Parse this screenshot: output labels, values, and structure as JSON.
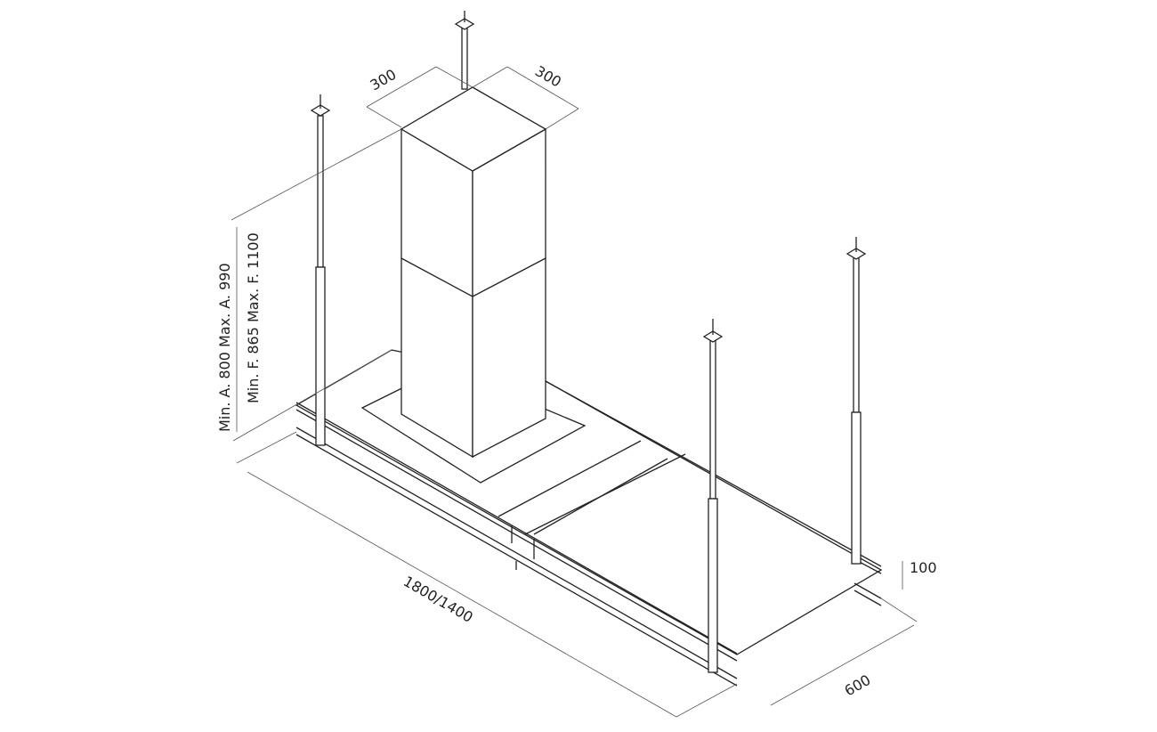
{
  "drawing": {
    "dimensions": {
      "chimney_width_left": "300",
      "chimney_width_right": "300",
      "height_min_max_a": "Min. A. 800  Max. A. 990",
      "height_min_max_f": "Min. F. 865  Max. F. 1100",
      "length": "1800/1400",
      "depth": "600",
      "frame_offset": "100"
    },
    "line_color": "#222222"
  }
}
